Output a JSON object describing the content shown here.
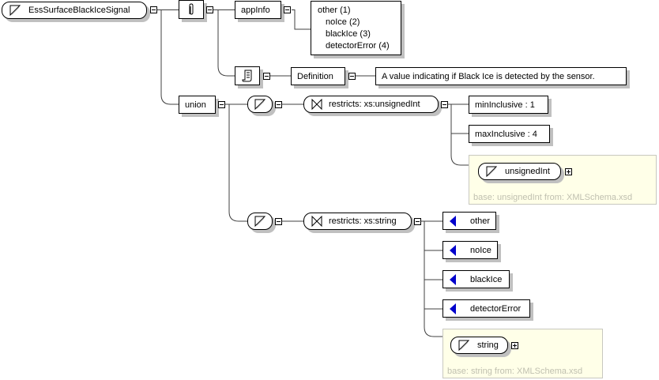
{
  "root": {
    "name": "EssSurfaceBlackIceSignal",
    "icon": "simple-type-icon"
  },
  "annotation": {
    "icon": "paperclip-icon",
    "appinfo_label": "appInfo",
    "appinfo_lines": [
      "other (1)",
      "noIce (2)",
      "blackIce (3)",
      "detectorError (4)"
    ],
    "documentation_icon": "document-scroll-icon",
    "definition_label": "Definition",
    "definition_text": "A value indicating if Black Ice is detected by the sensor."
  },
  "union": {
    "label": "union",
    "member1": {
      "restricts": "restricts: xs:unsignedInt",
      "facets": [
        "minInclusive : 1",
        "maxInclusive : 4"
      ],
      "base_type": "unsignedInt",
      "base_note": "base: unsignedInt from: XMLSchema.xsd"
    },
    "member2": {
      "restricts": "restricts: xs:string",
      "enumerations": [
        "other",
        "noIce",
        "blackIce",
        "detectorError"
      ],
      "base_type": "string",
      "base_note": "base: string from: XMLSchema.xsd"
    }
  },
  "colors": {
    "enum_icon": "#0000cc",
    "base_box_bg": "#ffffe8",
    "shadow": "#c0c0c0"
  }
}
